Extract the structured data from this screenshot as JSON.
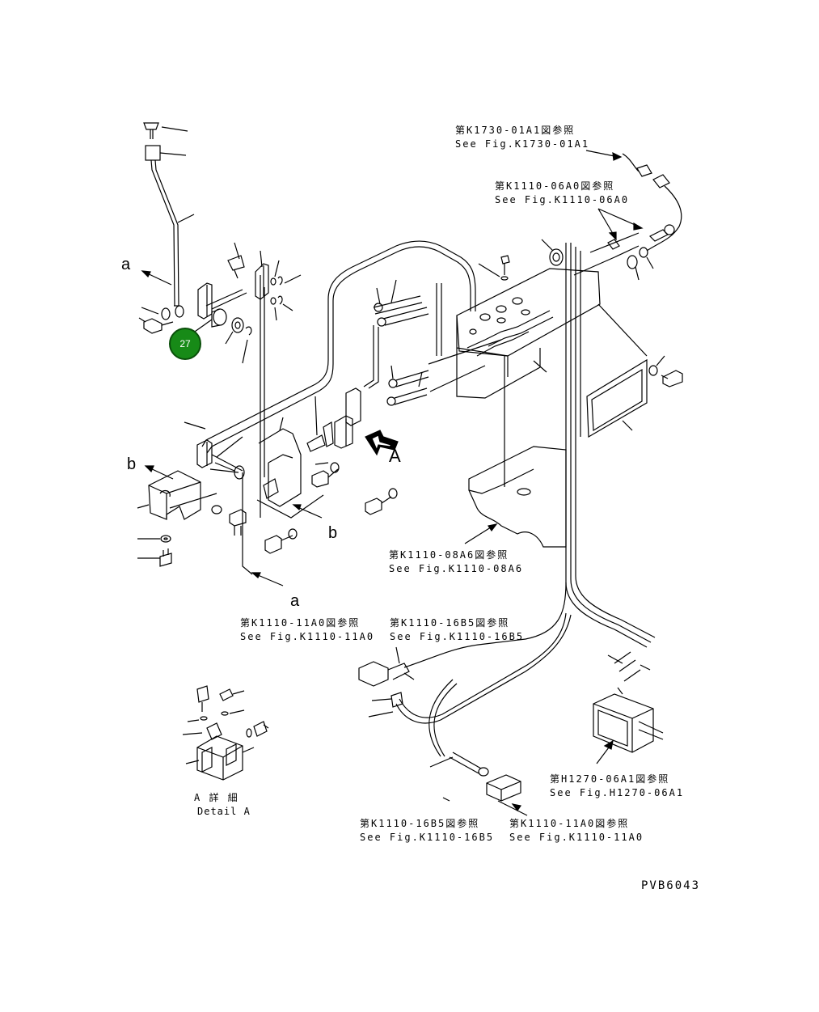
{
  "refs": {
    "k1730": {
      "jp": "第K1730-01A1図参照",
      "en": "See Fig.K1730-01A1"
    },
    "k1110_06a0": {
      "jp": "第K1110-06A0図参照",
      "en": "See Fig.K1110-06A0"
    },
    "k1110_08a6": {
      "jp": "第K1110-08A6図参照",
      "en": "See Fig.K1110-08A6"
    },
    "k1110_11a0_top": {
      "jp": "第K1110-11A0図参照",
      "en": "See Fig.K1110-11A0"
    },
    "k1110_16b5_top": {
      "jp": "第K1110-16B5図参照",
      "en": "See Fig.K1110-16B5"
    },
    "h1270": {
      "jp": "第H1270-06A1図参照",
      "en": "See Fig.H1270-06A1"
    },
    "k1110_16b5_bottom": {
      "jp": "第K1110-16B5図参照",
      "en": "See Fig.K1110-16B5"
    },
    "k1110_11a0_bottom": {
      "jp": "第K1110-11A0図参照",
      "en": "See Fig.K1110-11A0"
    }
  },
  "detail": {
    "jp": "A 詳 細",
    "en": "Detail A"
  },
  "letters": {
    "a_top": "a",
    "b_left": "b",
    "b_mid": "b",
    "a_bottom": "a",
    "A_arrow": "A"
  },
  "badge": {
    "label": "27",
    "color": "#178a17"
  },
  "drawing_code": "PVB6043"
}
